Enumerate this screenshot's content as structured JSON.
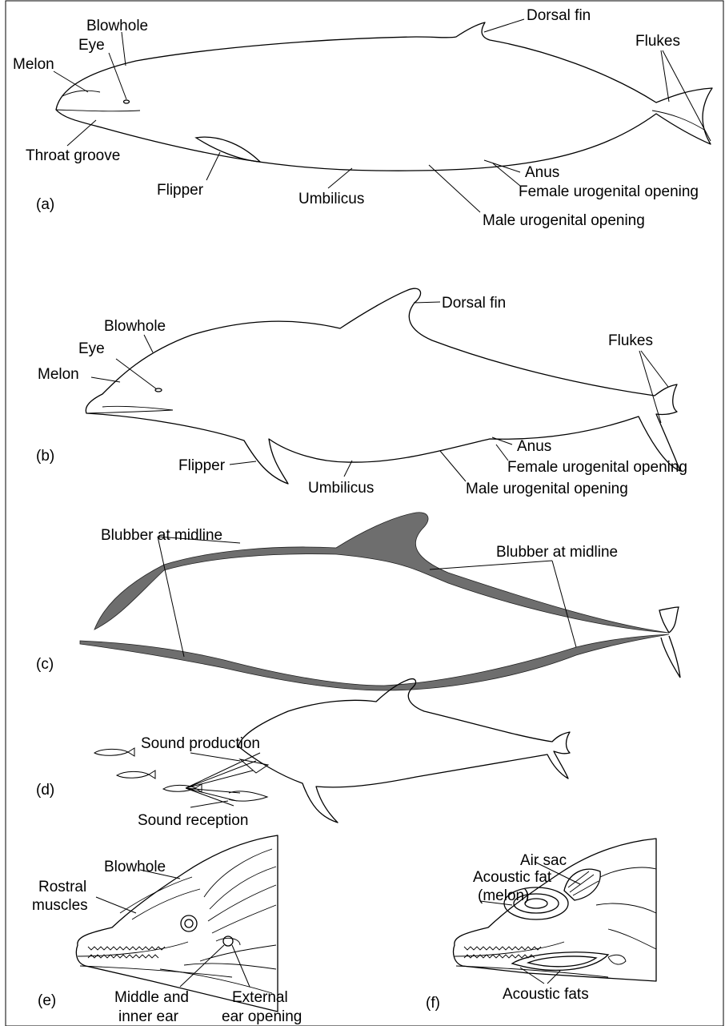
{
  "panels": {
    "a": {
      "tag": "(a)",
      "labels": {
        "blowhole": "Blowhole",
        "eye": "Eye",
        "melon": "Melon",
        "throat_groove": "Throat groove",
        "flipper": "Flipper",
        "umbilicus": "Umbilicus",
        "dorsal_fin": "Dorsal fin",
        "flukes": "Flukes",
        "anus": "Anus",
        "female_opening": "Female urogenital opening",
        "male_opening": "Male urogenital opening"
      }
    },
    "b": {
      "tag": "(b)",
      "labels": {
        "dorsal_fin": "Dorsal fin",
        "blowhole": "Blowhole",
        "eye": "Eye",
        "melon": "Melon",
        "flukes": "Flukes",
        "flipper": "Flipper",
        "umbilicus": "Umbilicus",
        "anus": "Anus",
        "female_opening": "Female urogenital opening",
        "male_opening": "Male urogenital opening"
      }
    },
    "c": {
      "tag": "(c)",
      "labels": {
        "blubber_left": "Blubber at midline",
        "blubber_right": "Blubber at midline"
      }
    },
    "d": {
      "tag": "(d)",
      "labels": {
        "sound_production": "Sound production",
        "sound_reception": "Sound reception"
      }
    },
    "e": {
      "tag": "(e)",
      "labels": {
        "blowhole": "Blowhole",
        "rostral_1": "Rostral",
        "rostral_2": "muscles",
        "middle_1": "Middle and",
        "middle_2": "inner ear",
        "external_1": "External",
        "external_2": "ear opening"
      }
    },
    "f": {
      "tag": "(f)",
      "labels": {
        "air_sac": "Air sac",
        "acoustic_1": "Acoustic fat",
        "acoustic_2": "(melon)",
        "acoustic_fats": "Acoustic fats"
      }
    }
  }
}
